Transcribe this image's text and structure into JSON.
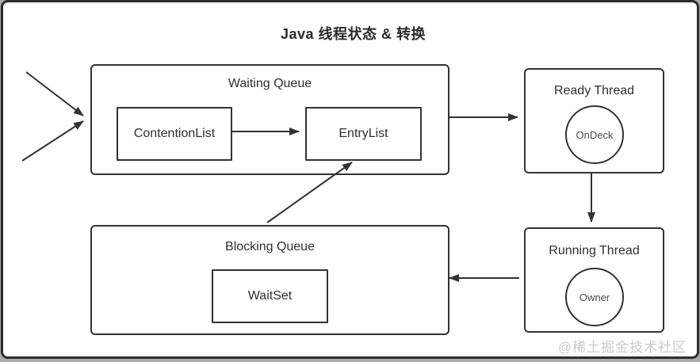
{
  "diagram": {
    "title": "Java 线程状态 & 转换",
    "nodes": {
      "waiting_queue": {
        "label": "Waiting Queue"
      },
      "contention_list": {
        "label": "ContentionList"
      },
      "entry_list": {
        "label": "EntryList"
      },
      "ready_thread": {
        "label": "Ready Thread",
        "circle_label": "OnDeck"
      },
      "running_thread": {
        "label": "Running Thread",
        "circle_label": "Owner"
      },
      "blocking_queue": {
        "label": "Blocking Queue"
      },
      "wait_set": {
        "label": "WaitSet"
      }
    },
    "edges": [
      {
        "from": "external-top-left",
        "to": "waiting_queue"
      },
      {
        "from": "external-bottom-left",
        "to": "waiting_queue"
      },
      {
        "from": "contention_list",
        "to": "entry_list"
      },
      {
        "from": "waiting_queue",
        "to": "ready_thread"
      },
      {
        "from": "ready_thread",
        "to": "running_thread"
      },
      {
        "from": "running_thread",
        "to": "blocking_queue"
      },
      {
        "from": "blocking_queue",
        "to": "entry_list"
      }
    ],
    "colors": {
      "line": "#333333",
      "text": "#2f2f2f",
      "circle_text": "#4a4a4a",
      "frame_border": "#2c2c2c",
      "background": "#ffffff",
      "watermark": "#cbcbcb"
    }
  },
  "watermark": {
    "text": "@稀土掘金技术社区"
  }
}
